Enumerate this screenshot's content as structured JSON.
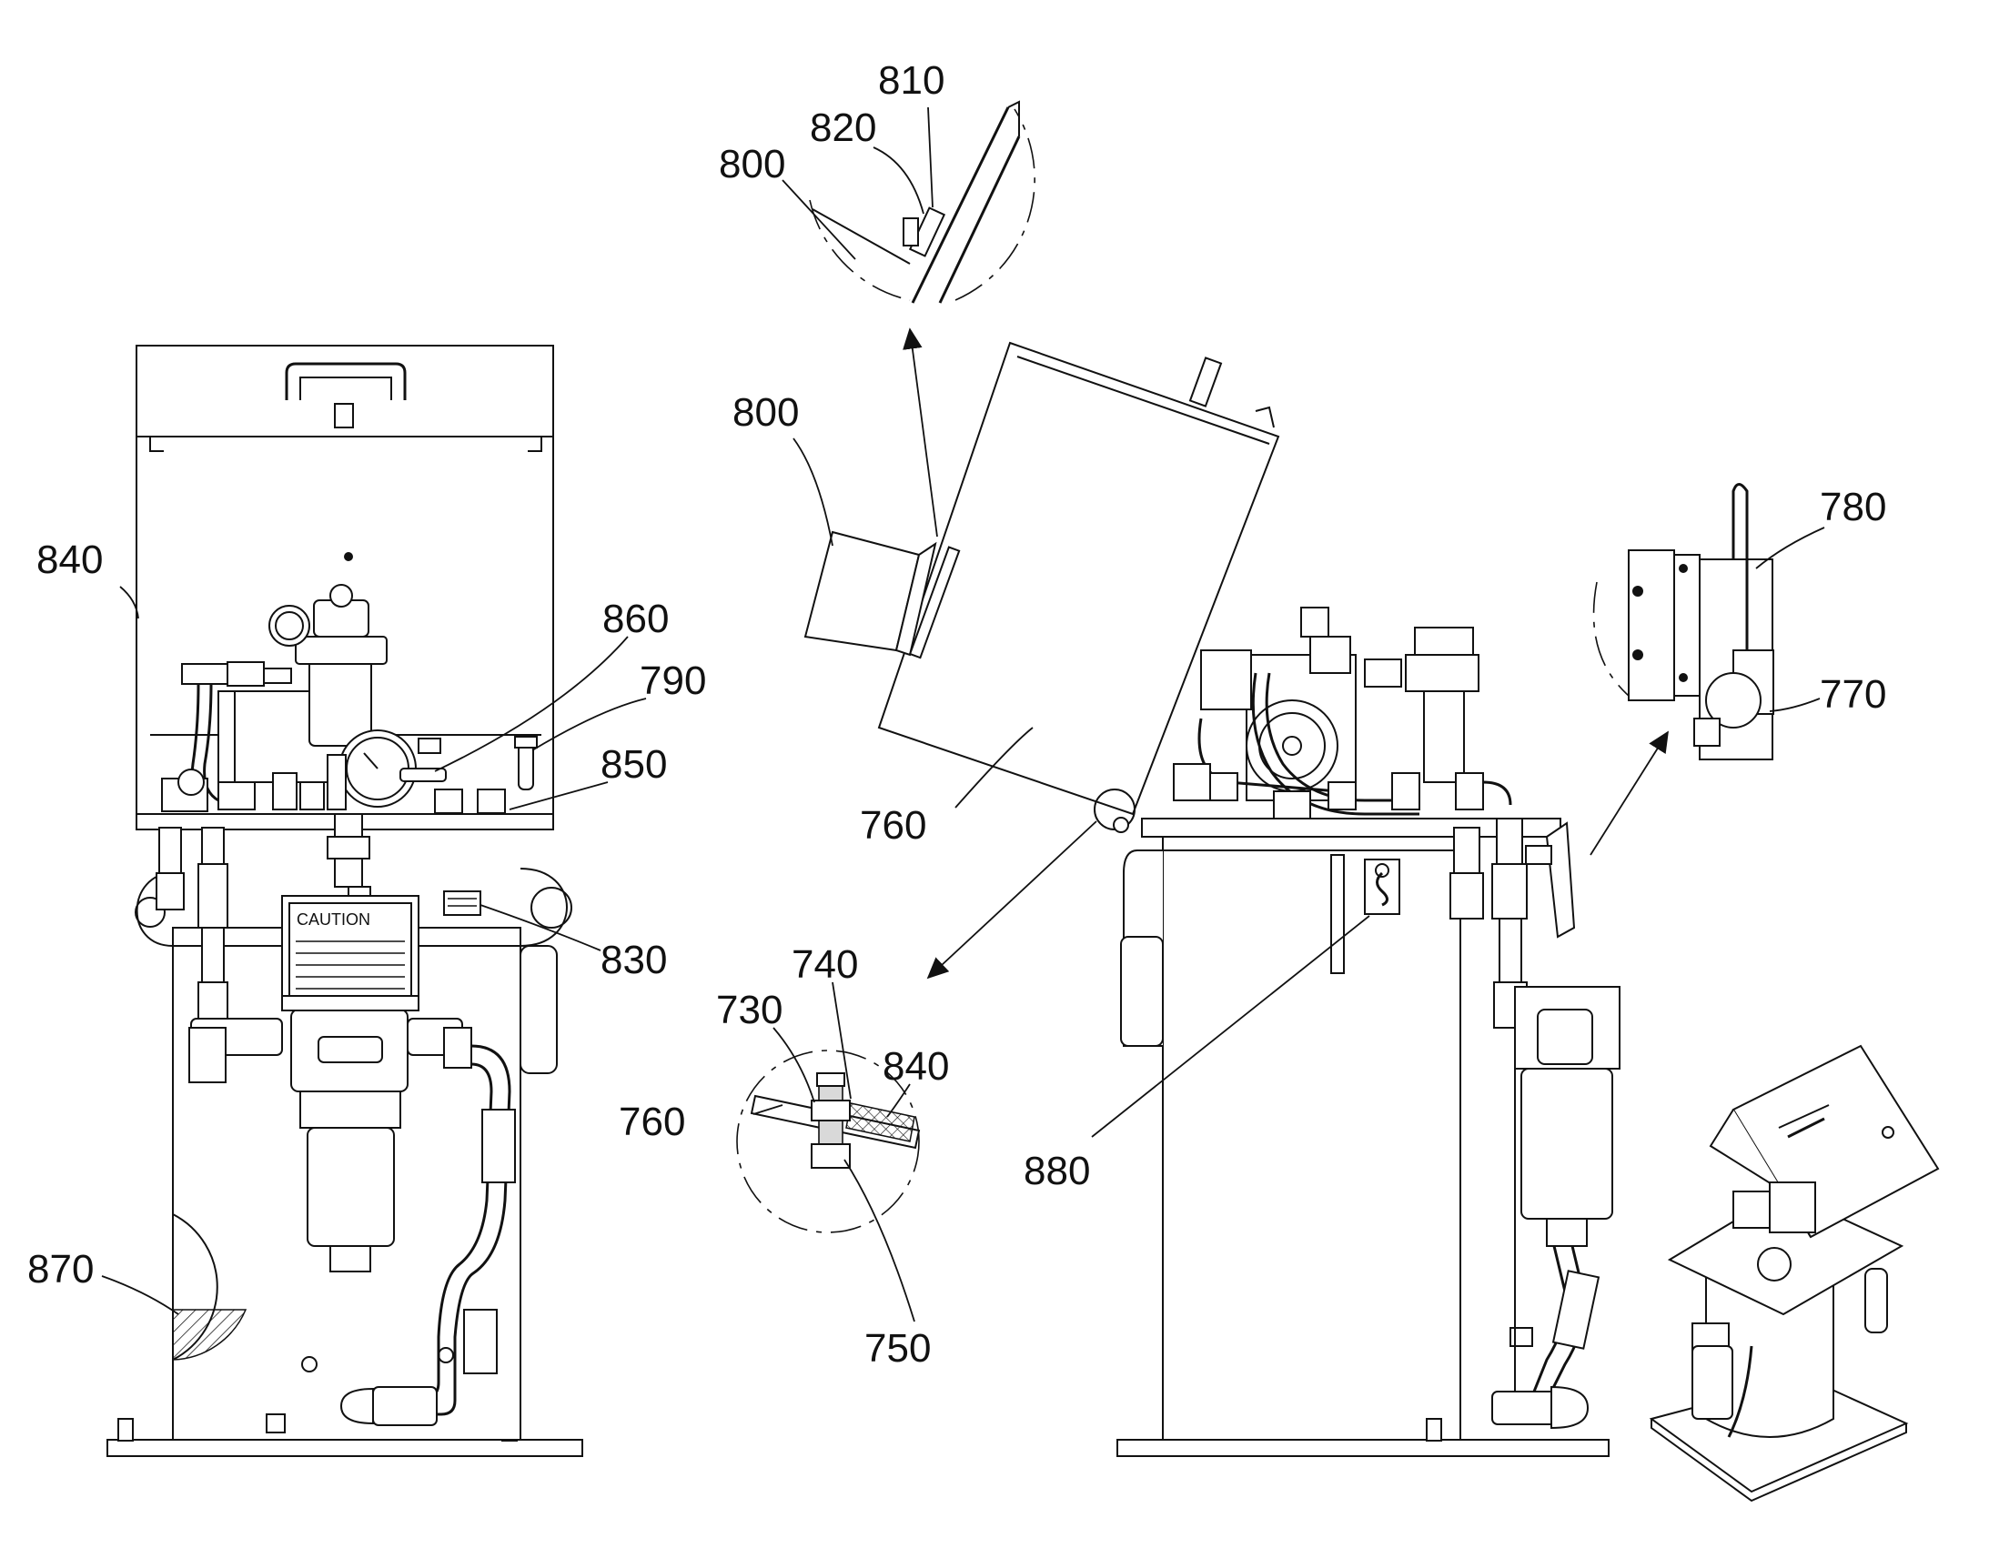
{
  "labels": {
    "l840a": "840",
    "l860": "860",
    "l790": "790",
    "l850": "850",
    "l830": "830",
    "l870": "870",
    "l800a": "800",
    "l820": "820",
    "l810": "810",
    "l800b": "800",
    "l760a": "760",
    "l740": "740",
    "l730": "730",
    "l840b": "840",
    "l760b": "760",
    "l750": "750",
    "l880": "880",
    "l780": "780",
    "l770": "770"
  },
  "caution_sign": "CAUTION"
}
